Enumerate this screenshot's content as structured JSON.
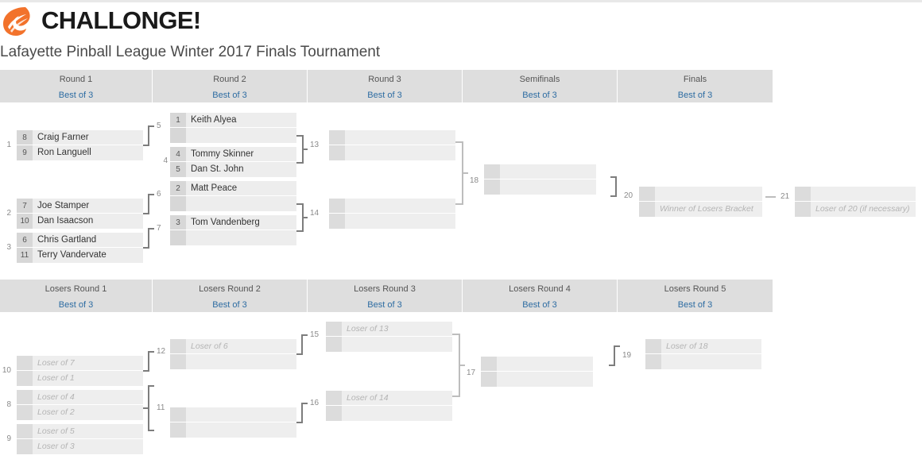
{
  "brand": {
    "name": "CHALLONGE!",
    "logo_icon": "challonge-flame-logo",
    "logo_color": "#f2722b"
  },
  "page_title": "Lafayette Pinball League Winter 2017 Finals Tournament",
  "winners_rounds": [
    {
      "name": "Round 1",
      "format": "Best of 3"
    },
    {
      "name": "Round 2",
      "format": "Best of 3"
    },
    {
      "name": "Round 3",
      "format": "Best of 3"
    },
    {
      "name": "Semifinals",
      "format": "Best of 3"
    },
    {
      "name": "Finals",
      "format": "Best of 3"
    }
  ],
  "losers_rounds": [
    {
      "name": "Losers Round 1",
      "format": "Best of 3"
    },
    {
      "name": "Losers Round 2",
      "format": "Best of 3"
    },
    {
      "name": "Losers Round 3",
      "format": "Best of 3"
    },
    {
      "name": "Losers Round 4",
      "format": "Best of 3"
    },
    {
      "name": "Losers Round 5",
      "format": "Best of 3"
    }
  ],
  "winners_matches": [
    {
      "id": "1",
      "next": "",
      "p1_seed": "8",
      "p1": "Craig Farner",
      "p2_seed": "9",
      "p2": "Ron Languell"
    },
    {
      "id": "2",
      "next": "",
      "p1_seed": "7",
      "p1": "Joe Stamper",
      "p2_seed": "10",
      "p2": "Dan Isaacson"
    },
    {
      "id": "3",
      "next": "",
      "p1_seed": "6",
      "p1": "Chris Gartland",
      "p2_seed": "11",
      "p2": "Terry Vandervate"
    },
    {
      "id": "",
      "next": "5",
      "p1_seed": "1",
      "p1": "Keith Alyea",
      "p2_seed": "",
      "p2": ""
    },
    {
      "id": "4",
      "next": "",
      "p1_seed": "4",
      "p1": "Tommy Skinner",
      "p2_seed": "5",
      "p2": "Dan St. John"
    },
    {
      "id": "",
      "next": "6",
      "p1_seed": "2",
      "p1": "Matt Peace",
      "p2_seed": "",
      "p2": ""
    },
    {
      "id": "",
      "next": "7",
      "p1_seed": "3",
      "p1": "Tom Vandenberg",
      "p2_seed": "",
      "p2": ""
    },
    {
      "id": "",
      "next": "13",
      "p1_seed": "",
      "p1": "",
      "p2_seed": "",
      "p2": ""
    },
    {
      "id": "",
      "next": "14",
      "p1_seed": "",
      "p1": "",
      "p2_seed": "",
      "p2": ""
    },
    {
      "id": "",
      "next": "18",
      "p1_seed": "",
      "p1": "",
      "p2_seed": "",
      "p2": ""
    },
    {
      "id": "",
      "next": "20",
      "p1_seed": "",
      "p1": "Winner of Losers Bracket",
      "p2_seed": "",
      "p2": ""
    },
    {
      "id": "",
      "next": "21",
      "p1_seed": "",
      "p1": "Loser of 20 (if necessary)",
      "p2_seed": "",
      "p2": ""
    }
  ],
  "m": {
    "r1_1": {
      "idx": "1",
      "next": "5",
      "p1_seed": "8",
      "p1": "Craig Farner",
      "p2_seed": "9",
      "p2": "Ron Languell"
    },
    "r1_2": {
      "idx": "2",
      "next": "6",
      "p1_seed": "7",
      "p1": "Joe Stamper",
      "p2_seed": "10",
      "p2": "Dan Isaacson"
    },
    "r1_3": {
      "idx": "3",
      "next": "7",
      "p1_seed": "6",
      "p1": "Chris Gartland",
      "p2_seed": "11",
      "p2": "Terry Vandervate"
    },
    "r2_5": {
      "idx": "5",
      "next": "13",
      "p1_seed": "1",
      "p1": "Keith Alyea",
      "p2_seed": "",
      "p2": ""
    },
    "r2_4": {
      "idx": "4",
      "next": "13",
      "p1_seed": "4",
      "p1": "Tommy Skinner",
      "p2_seed": "5",
      "p2": "Dan St. John"
    },
    "r2_6": {
      "idx": "6",
      "next": "14",
      "p1_seed": "2",
      "p1": "Matt Peace",
      "p2_seed": "",
      "p2": ""
    },
    "r2_7": {
      "idx": "7",
      "next": "14",
      "p1_seed": "3",
      "p1": "Tom Vandenberg",
      "p2_seed": "",
      "p2": ""
    },
    "r3_13": {
      "idx": "13",
      "next": "18",
      "p1_seed": "",
      "p1": "",
      "p2_seed": "",
      "p2": ""
    },
    "r3_14": {
      "idx": "14",
      "next": "18",
      "p1_seed": "",
      "p1": "",
      "p2_seed": "",
      "p2": ""
    },
    "sf_18": {
      "idx": "18",
      "next": "20",
      "p1_seed": "",
      "p1": "",
      "p2_seed": "",
      "p2": ""
    },
    "f_20": {
      "idx": "20",
      "next": "21",
      "p1_seed": "",
      "p1": "",
      "p2_seed": "",
      "p2": "Winner of Losers Bracket"
    },
    "f_21": {
      "idx": "21",
      "next": "",
      "p1_seed": "",
      "p1": "",
      "p2_seed": "",
      "p2": "Loser of 20 (if necessary)"
    },
    "l1_10": {
      "idx": "10",
      "next": "12",
      "p1_seed": "",
      "p1": "Loser of 7",
      "p2_seed": "",
      "p2": "Loser of 1"
    },
    "l1_8": {
      "idx": "8",
      "next": "11",
      "p1_seed": "",
      "p1": "Loser of 4",
      "p2_seed": "",
      "p2": "Loser of 2"
    },
    "l1_9": {
      "idx": "9",
      "next": "11",
      "p1_seed": "",
      "p1": "Loser of 5",
      "p2_seed": "",
      "p2": "Loser of 3"
    },
    "l2_12": {
      "idx": "12",
      "next": "15",
      "p1_seed": "",
      "p1": "Loser of 6",
      "p2_seed": "",
      "p2": ""
    },
    "l2_11": {
      "idx": "11",
      "next": "16",
      "p1_seed": "",
      "p1": "",
      "p2_seed": "",
      "p2": ""
    },
    "l3_15": {
      "idx": "15",
      "next": "17",
      "p1_seed": "",
      "p1": "Loser of 13",
      "p2_seed": "",
      "p2": ""
    },
    "l3_16": {
      "idx": "16",
      "next": "17",
      "p1_seed": "",
      "p1": "Loser of 14",
      "p2_seed": "",
      "p2": ""
    },
    "l4_17": {
      "idx": "17",
      "next": "19",
      "p1_seed": "",
      "p1": "",
      "p2_seed": "",
      "p2": ""
    },
    "l5_19": {
      "idx": "19",
      "next": "",
      "p1_seed": "",
      "p1": "Loser of 18",
      "p2_seed": "",
      "p2": ""
    }
  }
}
